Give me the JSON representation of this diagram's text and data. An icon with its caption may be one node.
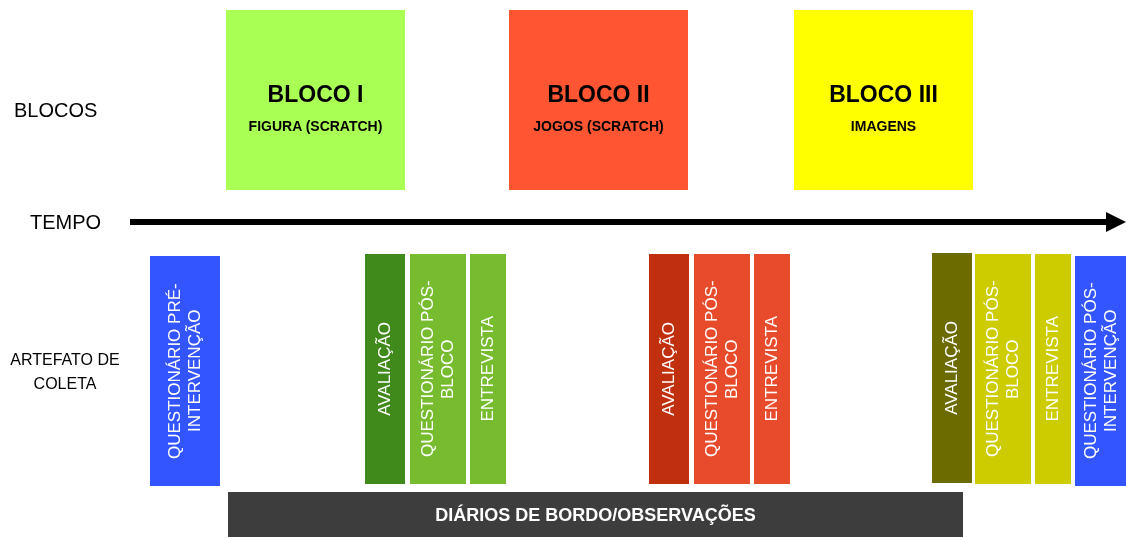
{
  "diagram": {
    "nodes": [
      {
        "text": [
          "BLOCO I",
          "FIGURA (SCRATCH)"
        ]
      },
      {
        "text": [
          "BLOCO II",
          "JOGOS (SCRATCH)"
        ]
      },
      {
        "text": [
          "BLOCO III",
          "IMAGENS"
        ]
      },
      {
        "text": [
          "QUESTIONÁRIO PRÉ-INTERVENÇÃO"
        ]
      },
      {
        "text": [
          "AVALIAÇÃO"
        ]
      },
      {
        "text": [
          "QUESTIONÁRIO PÓS-BLOCO"
        ]
      },
      {
        "text": [
          "ENTREVISTA"
        ]
      },
      {
        "text": [
          "AVALIAÇÃO"
        ]
      },
      {
        "text": [
          "QUESTIONÁRIO PÓS-BLOCO"
        ]
      },
      {
        "text": [
          "ENTREVISTA"
        ]
      },
      {
        "text": [
          "AVALIAÇÃO"
        ]
      },
      {
        "text": [
          "QUESTIONÁRIO PÓS-BLOCO"
        ]
      },
      {
        "text": [
          "ENTREVISTA"
        ]
      },
      {
        "text": [
          "QUESTIONÁRIO PÓS-INTERVENÇÃO"
        ]
      },
      {
        "text": [
          "DIÁRIOS DE BORDO/OBSERVAÇÕES"
        ]
      }
    ],
    "labels": [
      "BLOCOS",
      "TEMPO",
      "ARTEFATO DE COLETA"
    ]
  }
}
